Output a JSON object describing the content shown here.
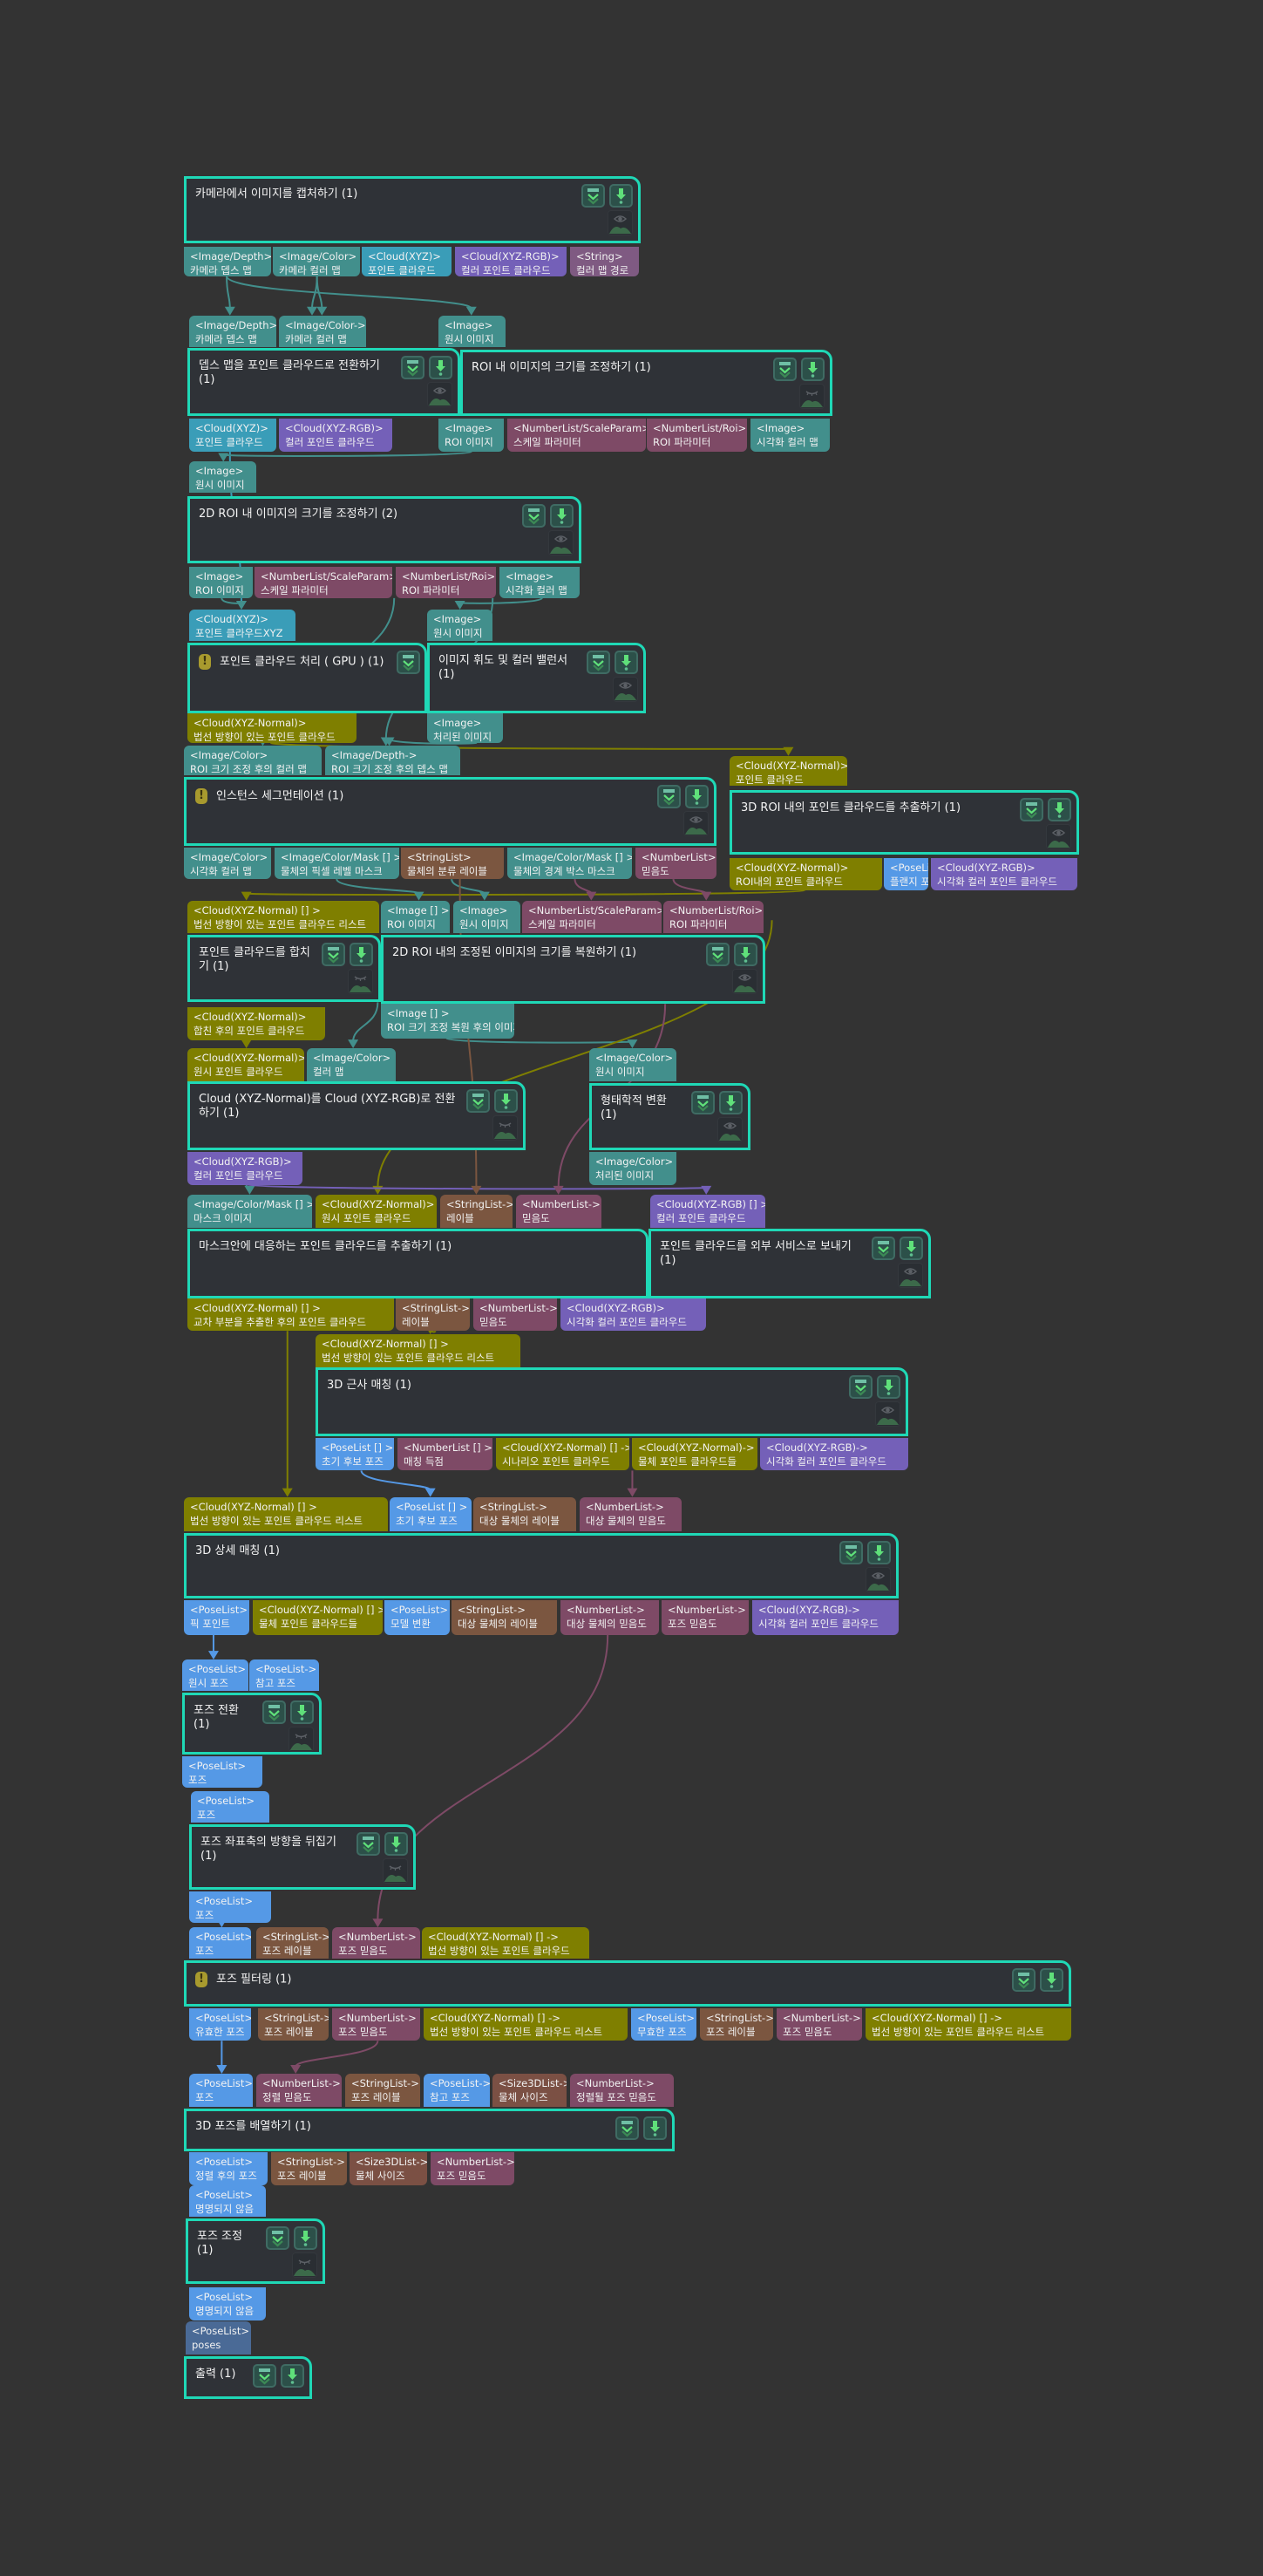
{
  "port_colors": {
    "image": "#428f8c",
    "cloud_xyz": "#3a9db8",
    "rgb": "#7460b8",
    "string": "#7f5a82",
    "numlist": "#7e4a66",
    "stringlist": "#7b5640",
    "normal": "#7f7f00",
    "pose": "#5599e6",
    "size3d": "#7b5044",
    "pose_dark": "#4a6a96"
  },
  "node_border_color": "#1fd8b6",
  "nodes": [
    {
      "title": "카메라에서 이미지를 캡처하기 (1)",
      "warning": false,
      "preview": "visible",
      "inputs": [],
      "outputs": [
        {
          "type": "<Image/Depth>",
          "label": "카메라 뎁스 맵",
          "kind": "image"
        },
        {
          "type": "<Image/Color>",
          "label": "카메라 컬러 맵",
          "kind": "image"
        },
        {
          "type": "<Cloud(XYZ)>",
          "label": "포인트 클라우드",
          "kind": "cloud_xyz"
        },
        {
          "type": "<Cloud(XYZ-RGB)>",
          "label": "컬러 포인트 클라우드",
          "kind": "rgb"
        },
        {
          "type": "<String>",
          "label": "컬러 맵 경로",
          "kind": "string"
        }
      ]
    },
    {
      "title": "뎁스 맵을 포인트 클라우드로 전환하기 (1)",
      "warning": false,
      "preview": "visible",
      "inputs": [
        {
          "type": "<Image/Depth>",
          "label": "카메라 뎁스 맵",
          "kind": "image"
        },
        {
          "type": "<Image/Color->",
          "label": "카메라 컬러 맵",
          "kind": "image"
        }
      ],
      "outputs": [
        {
          "type": "<Cloud(XYZ)>",
          "label": "포인트 클라우드",
          "kind": "cloud_xyz"
        },
        {
          "type": "<Cloud(XYZ-RGB)>",
          "label": "컬러 포인트 클라우드",
          "kind": "rgb"
        }
      ]
    },
    {
      "title": "ROI 내 이미지의 크기를 조정하기 (1)",
      "warning": false,
      "preview": "hidden",
      "inputs": [
        {
          "type": "<Image>",
          "label": "원시 이미지",
          "kind": "image"
        }
      ],
      "outputs": [
        {
          "type": "<Image>",
          "label": "ROI 이미지",
          "kind": "image"
        },
        {
          "type": "<NumberList/ScaleParam>",
          "label": "스케일 파라미터",
          "kind": "numlist"
        },
        {
          "type": "<NumberList/Roi>",
          "label": "ROI 파라미터",
          "kind": "numlist"
        },
        {
          "type": "<Image>",
          "label": "시각화 컬러 맵",
          "kind": "image"
        }
      ]
    },
    {
      "title": "2D ROI 내 이미지의 크기를 조정하기 (2)",
      "warning": false,
      "preview": "visible",
      "inputs": [
        {
          "type": "<Image>",
          "label": "원시 이미지",
          "kind": "image"
        }
      ],
      "outputs": [
        {
          "type": "<Image>",
          "label": "ROI 이미지",
          "kind": "image"
        },
        {
          "type": "<NumberList/ScaleParam>",
          "label": "스케일 파라미터",
          "kind": "numlist"
        },
        {
          "type": "<NumberList/Roi>",
          "label": "ROI 파라미터",
          "kind": "numlist"
        },
        {
          "type": "<Image>",
          "label": "시각화 컬러 맵",
          "kind": "image"
        }
      ]
    },
    {
      "title": "포인트 클라우드 처리 ( GPU )  (1)",
      "warning": true,
      "preview": null,
      "inputs": [
        {
          "type": "<Cloud(XYZ)>",
          "label": "포인트 클라우드XYZ",
          "kind": "cloud_xyz"
        }
      ],
      "outputs": [
        {
          "type": "<Cloud(XYZ-Normal)>",
          "label": "법선 방향이 있는 포인트 클라우드",
          "kind": "normal"
        }
      ]
    },
    {
      "title": "이미지 휘도 및 컬러 밸런서 (1)",
      "warning": false,
      "preview": "visible",
      "inputs": [
        {
          "type": "<Image>",
          "label": "원시 이미지",
          "kind": "image"
        }
      ],
      "outputs": [
        {
          "type": "<Image>",
          "label": "처리된 이미지",
          "kind": "image"
        }
      ]
    },
    {
      "title": "인스턴스 세그먼테이션 (1)",
      "warning": true,
      "preview": "visible",
      "inputs": [
        {
          "type": "<Image/Color>",
          "label": "ROI 크기 조정 후의 컬러 맵",
          "kind": "image"
        },
        {
          "type": "<Image/Depth->",
          "label": "ROI 크기 조정 후의 뎁스 맵",
          "kind": "image"
        }
      ],
      "outputs": [
        {
          "type": "<Image/Color>",
          "label": "시각화 컬러 맵",
          "kind": "image"
        },
        {
          "type": "<Image/Color/Mask [] >",
          "label": "물체의 픽셀 레벨 마스크",
          "kind": "image"
        },
        {
          "type": "<StringList>",
          "label": "물체의 분류 레이블",
          "kind": "stringlist"
        },
        {
          "type": "<Image/Color/Mask [] >",
          "label": "물체의 경계 박스 마스크",
          "kind": "image"
        },
        {
          "type": "<NumberList>",
          "label": "믿음도",
          "kind": "numlist"
        }
      ]
    },
    {
      "title": "3D ROI 내의 포인트 클라우드를 추출하기 (1)",
      "warning": false,
      "preview": "visible",
      "inputs": [
        {
          "type": "<Cloud(XYZ-Normal)>",
          "label": "포인트 클라우드",
          "kind": "normal"
        }
      ],
      "outputs": [
        {
          "type": "<Cloud(XYZ-Normal)>",
          "label": "ROI내의 포인트 클라우드",
          "kind": "normal"
        },
        {
          "type": "<PoseList>",
          "label": "플랜지 포즈",
          "kind": "pose"
        },
        {
          "type": "<Cloud(XYZ-RGB)>",
          "label": "시각화 컬러 포인트 클라우드",
          "kind": "rgb"
        }
      ]
    },
    {
      "title": "포인트 클라우드를 합치기 (1)",
      "warning": false,
      "preview": "hidden",
      "inputs": [
        {
          "type": "<Cloud(XYZ-Normal) [] >",
          "label": "법선 방향이 있는 포인트 클라우드 리스트",
          "kind": "normal"
        }
      ],
      "outputs": [
        {
          "type": "<Cloud(XYZ-Normal)>",
          "label": "합친 후의 포인트 클라우드",
          "kind": "normal"
        }
      ]
    },
    {
      "title": "2D ROI 내의 조정된 이미지의 크기를 복원하기 (1)",
      "warning": false,
      "preview": "visible",
      "inputs": [
        {
          "type": "<Image [] >",
          "label": "ROI 이미지",
          "kind": "image"
        },
        {
          "type": "<Image>",
          "label": "원시 이미지",
          "kind": "image"
        },
        {
          "type": "<NumberList/ScaleParam>",
          "label": "스케일 파라미터",
          "kind": "numlist"
        },
        {
          "type": "<NumberList/Roi>",
          "label": "ROI 파라미터",
          "kind": "numlist"
        }
      ],
      "outputs": [
        {
          "type": "<Image [] >",
          "label": "ROI 크기 조정 복원 후의 이미지",
          "kind": "image"
        }
      ]
    },
    {
      "title": "Cloud (XYZ-Normal)를 Cloud (XYZ-RGB)로 전환하기 (1)",
      "warning": false,
      "preview": "hidden",
      "inputs": [
        {
          "type": "<Cloud(XYZ-Normal)>",
          "label": "원시 포인트 클라우드",
          "kind": "normal"
        },
        {
          "type": "<Image/Color>",
          "label": "컬러 맵",
          "kind": "image"
        }
      ],
      "outputs": [
        {
          "type": "<Cloud(XYZ-RGB)>",
          "label": "컬러 포인트 클라우드",
          "kind": "rgb"
        }
      ]
    },
    {
      "title": "형태학적 변환 (1)",
      "warning": false,
      "preview": "visible",
      "inputs": [
        {
          "type": "<Image/Color>",
          "label": "원시 이미지",
          "kind": "image"
        }
      ],
      "outputs": [
        {
          "type": "<Image/Color>",
          "label": "처리된 이미지",
          "kind": "image"
        }
      ]
    },
    {
      "title": "마스크안에 대응하는 포인트 클라우드를 추출하기 (1)",
      "warning": false,
      "preview": null,
      "inputs": [
        {
          "type": "<Image/Color/Mask [] >",
          "label": "마스크 이미지",
          "kind": "image"
        },
        {
          "type": "<Cloud(XYZ-Normal)>",
          "label": "원시 포인트 클라우드",
          "kind": "normal"
        },
        {
          "type": "<StringList->",
          "label": "레이블",
          "kind": "stringlist"
        },
        {
          "type": "<NumberList->",
          "label": "믿음도",
          "kind": "numlist"
        }
      ],
      "outputs": [
        {
          "type": "<Cloud(XYZ-Normal) [] >",
          "label": "교차 부분을 추출한 후의 포인트 클라우드",
          "kind": "normal"
        },
        {
          "type": "<StringList->",
          "label": "레이블",
          "kind": "stringlist"
        },
        {
          "type": "<NumberList->",
          "label": "믿음도",
          "kind": "numlist"
        },
        {
          "type": "<Cloud(XYZ-RGB)>",
          "label": "시각화 컬러 포인트 클라우드",
          "kind": "rgb"
        }
      ]
    },
    {
      "title": "포인트 클라우드를 외부 서비스로 보내기 (1)",
      "warning": false,
      "preview": "visible",
      "inputs": [
        {
          "type": "<Cloud(XYZ-RGB) [] >",
          "label": "컬러 포인트 클라우드",
          "kind": "rgb"
        }
      ],
      "outputs": []
    },
    {
      "title": "3D 근사 매칭 (1)",
      "warning": false,
      "preview": "visible",
      "inputs": [
        {
          "type": "<Cloud(XYZ-Normal) [] >",
          "label": "법선 방향이 있는 포인트 클라우드 리스트",
          "kind": "normal"
        }
      ],
      "outputs": [
        {
          "type": "<PoseList [] >",
          "label": "초기 후보 포즈",
          "kind": "pose"
        },
        {
          "type": "<NumberList [] >",
          "label": "매칭 득점",
          "kind": "numlist"
        },
        {
          "type": "<Cloud(XYZ-Normal) [] ->",
          "label": "시나리오 포인트 클라우드",
          "kind": "normal"
        },
        {
          "type": "<Cloud(XYZ-Normal)->",
          "label": "물체 포인트 클라우드들",
          "kind": "normal"
        },
        {
          "type": "<Cloud(XYZ-RGB)->",
          "label": "시각화 컬러 포인트 클라우드",
          "kind": "rgb"
        }
      ]
    },
    {
      "title": "3D 상세 매칭 (1)",
      "warning": false,
      "preview": "visible",
      "inputs": [
        {
          "type": "<Cloud(XYZ-Normal) [] >",
          "label": "법선 방향이 있는 포인트 클라우드 리스트",
          "kind": "normal"
        },
        {
          "type": "<PoseList [] >",
          "label": "초기 후보 포즈",
          "kind": "pose"
        },
        {
          "type": "<StringList->",
          "label": "대상 물체의 레이블",
          "kind": "stringlist"
        },
        {
          "type": "<NumberList->",
          "label": "대상 물체의 믿음도",
          "kind": "numlist"
        }
      ],
      "outputs": [
        {
          "type": "<PoseList>",
          "label": "픽 포인트",
          "kind": "pose"
        },
        {
          "type": "<Cloud(XYZ-Normal) [] >",
          "label": "물체 포인트 클라우드들",
          "kind": "normal"
        },
        {
          "type": "<PoseList>",
          "label": "모델 변환",
          "kind": "pose"
        },
        {
          "type": "<StringList->",
          "label": "대상 물체의 레이블",
          "kind": "stringlist"
        },
        {
          "type": "<NumberList->",
          "label": "대상 물체의 믿음도",
          "kind": "numlist"
        },
        {
          "type": "<NumberList->",
          "label": "포즈 믿음도",
          "kind": "numlist"
        },
        {
          "type": "<Cloud(XYZ-RGB)->",
          "label": "시각화 컬러 포인트 클라우드",
          "kind": "rgb"
        }
      ]
    },
    {
      "title": "포즈 전환 (1)",
      "warning": false,
      "preview": "hidden",
      "inputs": [
        {
          "type": "<PoseList>",
          "label": "원시 포즈",
          "kind": "pose"
        },
        {
          "type": "<PoseList->",
          "label": "참고 포즈",
          "kind": "pose"
        }
      ],
      "outputs": [
        {
          "type": "<PoseList>",
          "label": "포즈",
          "kind": "pose"
        }
      ]
    },
    {
      "title": "포즈 좌표축의 방향을 뒤집기 (1)",
      "warning": false,
      "preview": "hidden",
      "inputs": [
        {
          "type": "<PoseList>",
          "label": "포즈",
          "kind": "pose"
        }
      ],
      "outputs": [
        {
          "type": "<PoseList>",
          "label": "포즈",
          "kind": "pose"
        }
      ]
    },
    {
      "title": "포즈 필터링 (1)",
      "warning": true,
      "preview": null,
      "inputs": [
        {
          "type": "<PoseList>",
          "label": "포즈",
          "kind": "pose"
        },
        {
          "type": "<StringList->",
          "label": "포즈 레이블",
          "kind": "stringlist"
        },
        {
          "type": "<NumberList->",
          "label": "포즈 믿음도",
          "kind": "numlist"
        },
        {
          "type": "<Cloud(XYZ-Normal) [] ->",
          "label": "법선 방향이 있는 포인트 클라우드",
          "kind": "normal"
        }
      ],
      "outputs": [
        {
          "type": "<PoseList>",
          "label": "유효한 포즈",
          "kind": "pose"
        },
        {
          "type": "<StringList->",
          "label": "포즈 레이블",
          "kind": "stringlist"
        },
        {
          "type": "<NumberList->",
          "label": "포즈 믿음도",
          "kind": "numlist"
        },
        {
          "type": "<Cloud(XYZ-Normal) [] ->",
          "label": "법선 방향이 있는 포인트 클라우드 리스트",
          "kind": "normal"
        },
        {
          "type": "<PoseList>",
          "label": "무효한 포즈",
          "kind": "pose"
        },
        {
          "type": "<StringList->",
          "label": "포즈 레이블",
          "kind": "stringlist"
        },
        {
          "type": "<NumberList->",
          "label": "포즈 믿음도",
          "kind": "numlist"
        },
        {
          "type": "<Cloud(XYZ-Normal) [] ->",
          "label": "법선 방향이 있는 포인트 클라우드 리스트",
          "kind": "normal"
        }
      ]
    },
    {
      "title": "3D 포즈를 배열하기 (1)",
      "warning": false,
      "preview": null,
      "inputs": [
        {
          "type": "<PoseList>",
          "label": "포즈",
          "kind": "pose"
        },
        {
          "type": "<NumberList->",
          "label": "정렬 믿음도",
          "kind": "numlist"
        },
        {
          "type": "<StringList->",
          "label": "포즈 레이블",
          "kind": "stringlist"
        },
        {
          "type": "<PoseList->",
          "label": "참고 포즈",
          "kind": "pose"
        },
        {
          "type": "<Size3DList->",
          "label": "물체 사이즈",
          "kind": "size3d"
        },
        {
          "type": "<NumberList->",
          "label": "정렬될 포즈 믿음도",
          "kind": "numlist"
        }
      ],
      "outputs": [
        {
          "type": "<PoseList>",
          "label": "정렬 후의 포즈",
          "kind": "pose"
        },
        {
          "type": "<StringList->",
          "label": "포즈 레이블",
          "kind": "stringlist"
        },
        {
          "type": "<Size3DList->",
          "label": "물체 사이즈",
          "kind": "size3d"
        },
        {
          "type": "<NumberList->",
          "label": "포즈 믿음도",
          "kind": "numlist"
        }
      ]
    },
    {
      "title": "포즈 조정 (1)",
      "warning": false,
      "preview": "hidden",
      "inputs": [
        {
          "type": "<PoseList>",
          "label": "명명되지 않음",
          "kind": "pose"
        }
      ],
      "outputs": [
        {
          "type": "<PoseList>",
          "label": "명명되지 않음",
          "kind": "pose"
        }
      ]
    },
    {
      "title": "출력 (1)",
      "warning": false,
      "preview": null,
      "inputs": [
        {
          "type": "<PoseList>",
          "label": "poses",
          "kind": "pose_dark"
        }
      ],
      "outputs": []
    }
  ],
  "warning_glyph": "!"
}
